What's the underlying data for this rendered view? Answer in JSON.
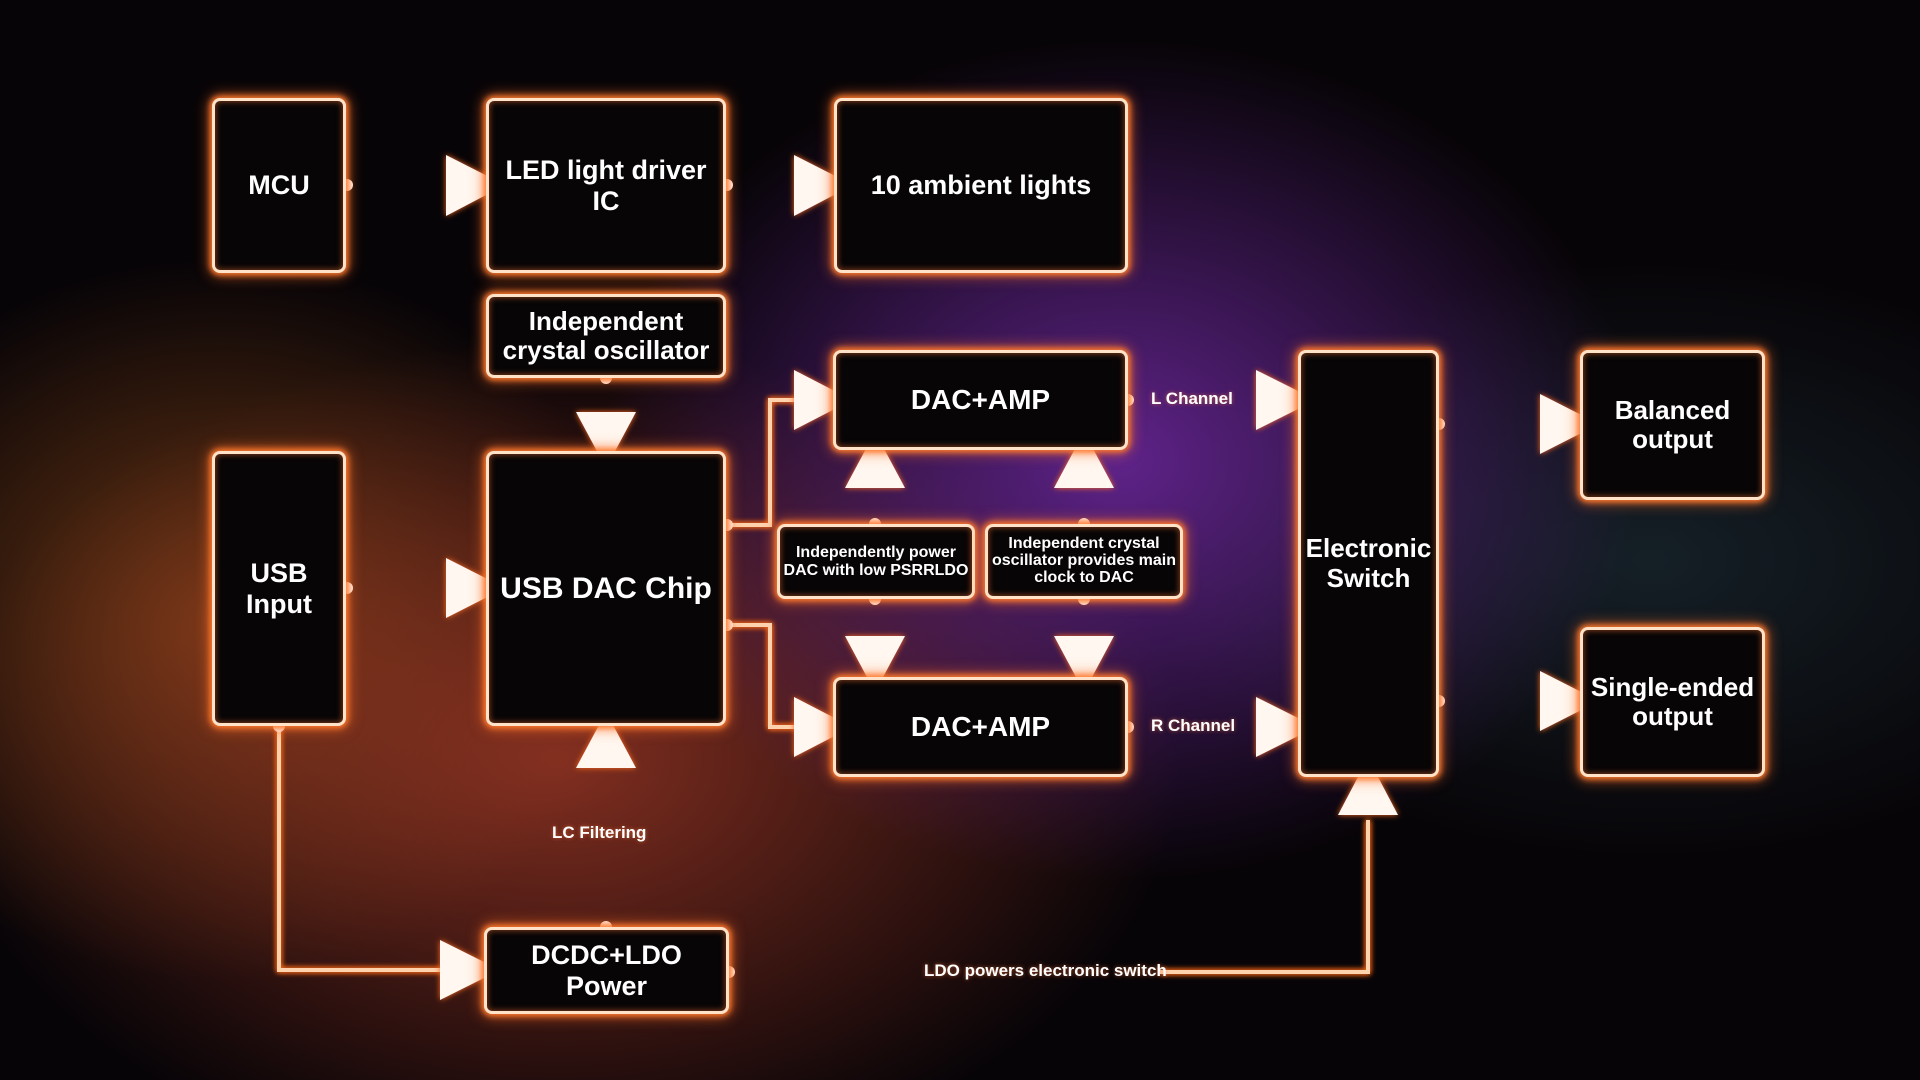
{
  "blocks": {
    "mcu": "MCU",
    "led_driver": "LED light driver IC",
    "ambient_lights": "10 ambient lights",
    "crystal_top_line1": "Independent",
    "crystal_top_line2": "crystal oscillator",
    "usb_input": "USB Input",
    "usb_dac_chip": "USB DAC Chip",
    "dac_amp_top": "DAC+AMP",
    "dac_amp_bottom": "DAC+AMP",
    "power_note_line1": "Independently power",
    "power_note_line2": "DAC with low PSRRLDO",
    "clock_note_line1": "Independent crystal",
    "clock_note_line2": "oscillator provides main",
    "clock_note_line3": "clock to DAC",
    "switch_line1": "Electronic",
    "switch_line2": "Switch",
    "balanced_line1": "Balanced",
    "balanced_line2": "output",
    "single_line1": "Single-ended",
    "single_line2": "output",
    "dcdc_power": "DCDC+LDO Power"
  },
  "labels": {
    "l_channel": "L Channel",
    "r_channel": "R Channel",
    "lc_filtering": "LC Filtering",
    "ldo_switch": "LDO powers electronic switch"
  },
  "colors": {
    "glow": "#ff7a2e",
    "border": "#ffe2c8",
    "box_fill": "#080506",
    "text": "#ffffff"
  }
}
